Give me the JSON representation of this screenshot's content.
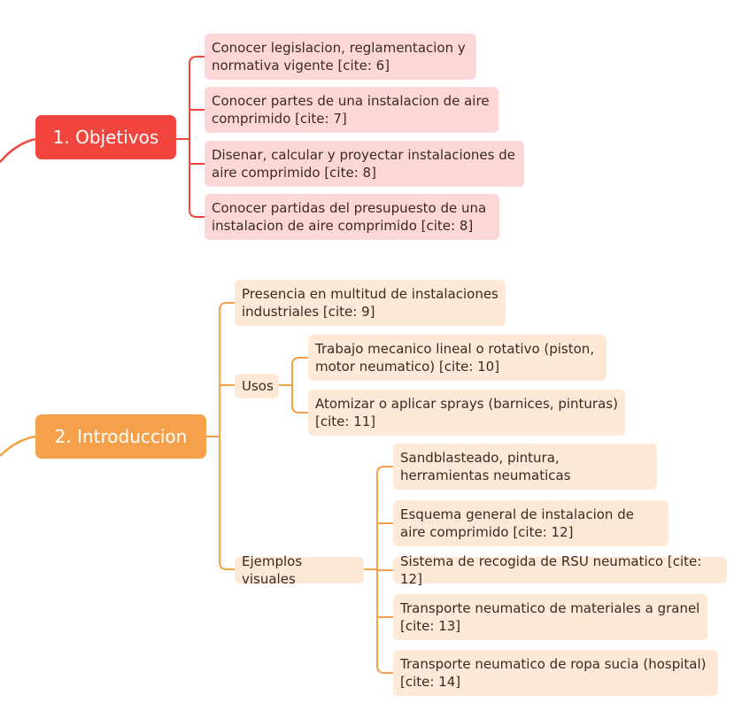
{
  "colors": {
    "objetivos": "#f2453d",
    "introduccion": "#f5a04a",
    "objetivos_leaf": "#fdd7d7",
    "introduccion_leaf": "#fde9d6"
  },
  "objetivos": {
    "title": "1. Objetivos",
    "items": [
      "Conocer legislacion, reglamentacion y normativa vigente [cite: 6]",
      "Conocer partes de una instalacion de aire comprimido [cite: 7]",
      "Disenar, calcular y proyectar instalaciones de aire comprimido [cite: 8]",
      "Conocer partidas del presupuesto de una instalacion de aire comprimido [cite: 8]"
    ]
  },
  "introduccion": {
    "title": "2. Introduccion",
    "presencia": "Presencia en multitud de instalaciones industriales [cite: 9]",
    "usos": {
      "label": "Usos",
      "items": [
        "Trabajo mecanico lineal o rotativo (piston, motor neumatico) [cite: 10]",
        "Atomizar o aplicar sprays (barnices, pinturas) [cite: 11]"
      ]
    },
    "ejemplos": {
      "label": "Ejemplos visuales",
      "items": [
        "Sandblasteado, pintura, herramientas neumaticas",
        "Esquema general de instalacion de aire comprimido [cite: 12]",
        "Sistema de recogida de RSU neumatico [cite: 12]",
        "Transporte neumatico de materiales a granel [cite: 13]",
        "Transporte neumatico de ropa sucia (hospital) [cite: 14]"
      ]
    }
  }
}
